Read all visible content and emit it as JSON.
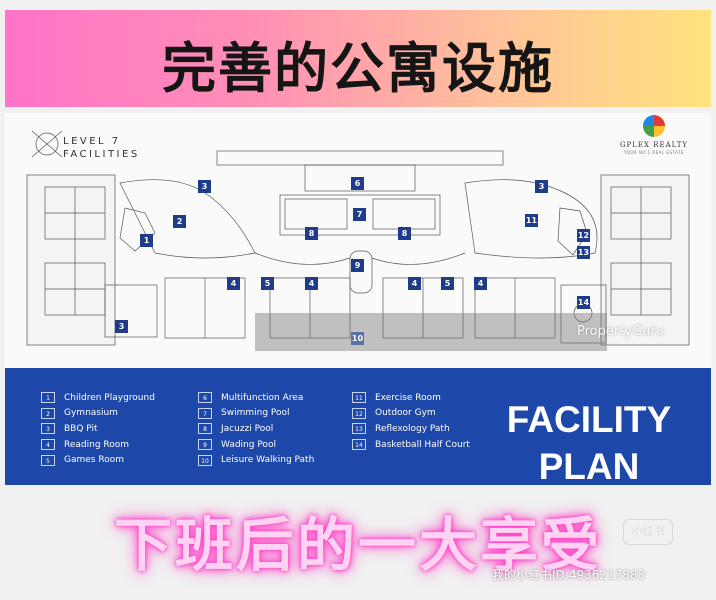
{
  "banner": {
    "title": "完善的公寓设施"
  },
  "plan": {
    "heading_line1": "LEVEL 7",
    "heading_line2": "FACILITIES",
    "logo": {
      "name": "GPLEX REALTY",
      "tagline": "YOUR NO.1 REAL ESTATE"
    },
    "markers": [
      "1",
      "2",
      "3",
      "3",
      "3",
      "4",
      "4",
      "4",
      "4",
      "5",
      "5",
      "6",
      "7",
      "8",
      "8",
      "9",
      "10",
      "11",
      "12",
      "13",
      "14"
    ],
    "watermark": "PropertyGuru"
  },
  "legend": [
    {
      "num": "1",
      "label": "Children Playground"
    },
    {
      "num": "2",
      "label": "Gymnasium"
    },
    {
      "num": "3",
      "label": "BBQ Pit"
    },
    {
      "num": "4",
      "label": "Reading Room"
    },
    {
      "num": "5",
      "label": "Games Room"
    },
    {
      "num": "6",
      "label": "Multifunction Area"
    },
    {
      "num": "7",
      "label": "Swimming Pool"
    },
    {
      "num": "8",
      "label": "Jacuzzi Pool"
    },
    {
      "num": "9",
      "label": "Wading Pool"
    },
    {
      "num": "10",
      "label": "Leisure Walking Path"
    },
    {
      "num": "11",
      "label": "Exercise Room"
    },
    {
      "num": "12",
      "label": "Outdoor Gym"
    },
    {
      "num": "13",
      "label": "Reflexology Path"
    },
    {
      "num": "14",
      "label": "Basketball Half Court"
    }
  ],
  "facility_plan": {
    "line1": "FACILITY",
    "line2": "PLAN"
  },
  "footer": {
    "caption": "下班后的一大享受",
    "app_badge": "小红书",
    "user_id": "我的小红书ID:4936217883"
  }
}
